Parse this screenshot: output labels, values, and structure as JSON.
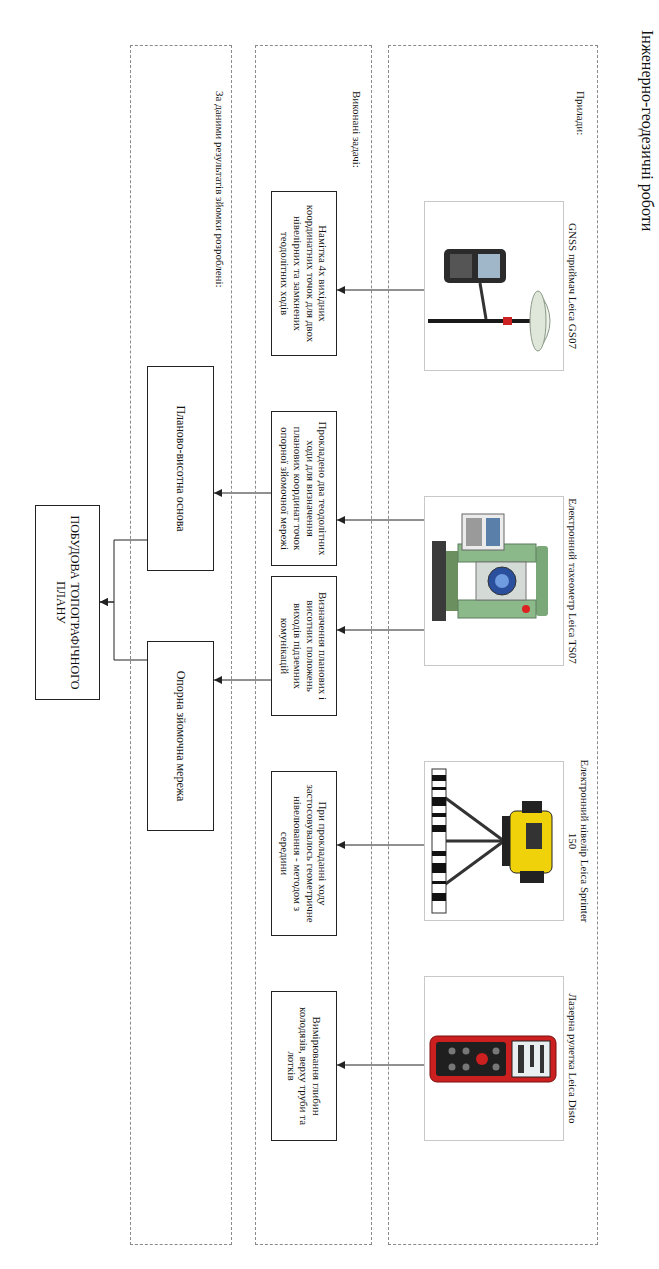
{
  "diagram": {
    "title": "Інженерно-геодезичні роботи",
    "nodes": [
      {
        "text": [
          "Прилади:"
        ]
      },
      {
        "text": [
          "GNSS приймач Leica GS07"
        ],
        "in": 0
      },
      {
        "text": [
          "Електронний тахеометр Leica TS07"
        ],
        "in": 0
      },
      {
        "text": [
          "Електронний нівелір Leica Sprinter 150"
        ],
        "in": 0
      },
      {
        "text": [
          "Лазерна рулетка Leica Disto"
        ],
        "in": 0
      },
      {
        "text": [
          "Виконані задачі:"
        ]
      },
      {
        "text": [
          "Намітка 4х вихідних координатних точок для двох нівелірних та замкнених теодолітних ходів"
        ],
        "in": 5
      },
      {
        "text": [
          "Прокладено два теодолітних ходи для визначення планових координат точок опорної зйомочної мережі"
        ],
        "in": 5
      },
      {
        "text": [
          "Визначення планових і висотних положень виходів підземних комунікацій"
        ],
        "in": 5
      },
      {
        "text": [
          "При прокладанні ходу застосовувалось геометричне нівелювання - методом з середини"
        ],
        "in": 5
      },
      {
        "text": [
          "Вимірювання глибин колодязів, верху труби та лотків"
        ],
        "in": 5
      },
      {
        "text": [
          "За даними результатів зйомки розроблені:"
        ]
      },
      {
        "text": [
          "Планово-висотна основа"
        ],
        "in": 11
      },
      {
        "text": [
          "Опорна зйомочна мережа"
        ],
        "in": 11
      },
      {
        "text": [
          "ПОБУДОВА ТОПОГРАФІЧНОГО ПЛАНУ"
        ]
      }
    ],
    "edges": [
      {
        "from": 1,
        "to": 6,
        "arrow": "to"
      },
      {
        "from": 2,
        "to": 7,
        "arrow": "to"
      },
      {
        "from": 2,
        "to": 8,
        "arrow": "to"
      },
      {
        "from": 3,
        "to": 9,
        "arrow": "to"
      },
      {
        "from": 4,
        "to": 10,
        "arrow": "to"
      },
      {
        "from": 7,
        "to": 12,
        "arrow": "to"
      },
      {
        "from": 8,
        "to": 13,
        "arrow": "to"
      },
      {
        "from": 12,
        "to": 14,
        "arrow": "to"
      },
      {
        "from": 13,
        "to": 14,
        "arrow": "to"
      }
    ]
  }
}
